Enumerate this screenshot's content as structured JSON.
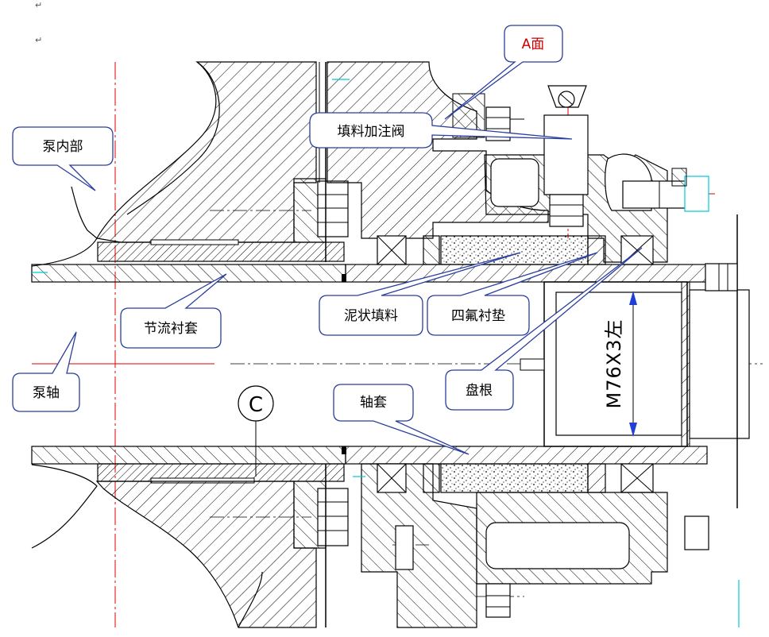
{
  "callouts": {
    "face_a": "A面",
    "fill_valve": "填料加注阀",
    "pump_inside": "泵内部",
    "throttle_sleeve": "节流衬套",
    "paste_packing": "泥状填料",
    "ptfe_gasket": "四氟衬垫",
    "pump_shaft": "泵轴",
    "packing_ring": "盘根",
    "shaft_sleeve": "轴套"
  },
  "thread_spec": "M76X3左",
  "section_marker": "C",
  "paragraph_marks": [
    "↵",
    "↵"
  ],
  "colors": {
    "line": "#000000",
    "centerline": "#e00000",
    "callout_border": "#2b3f9e",
    "callout_text_red": "#cc0000",
    "dimension_arrow": "#1f3fd6",
    "cyan_mark": "#00c8d8"
  }
}
